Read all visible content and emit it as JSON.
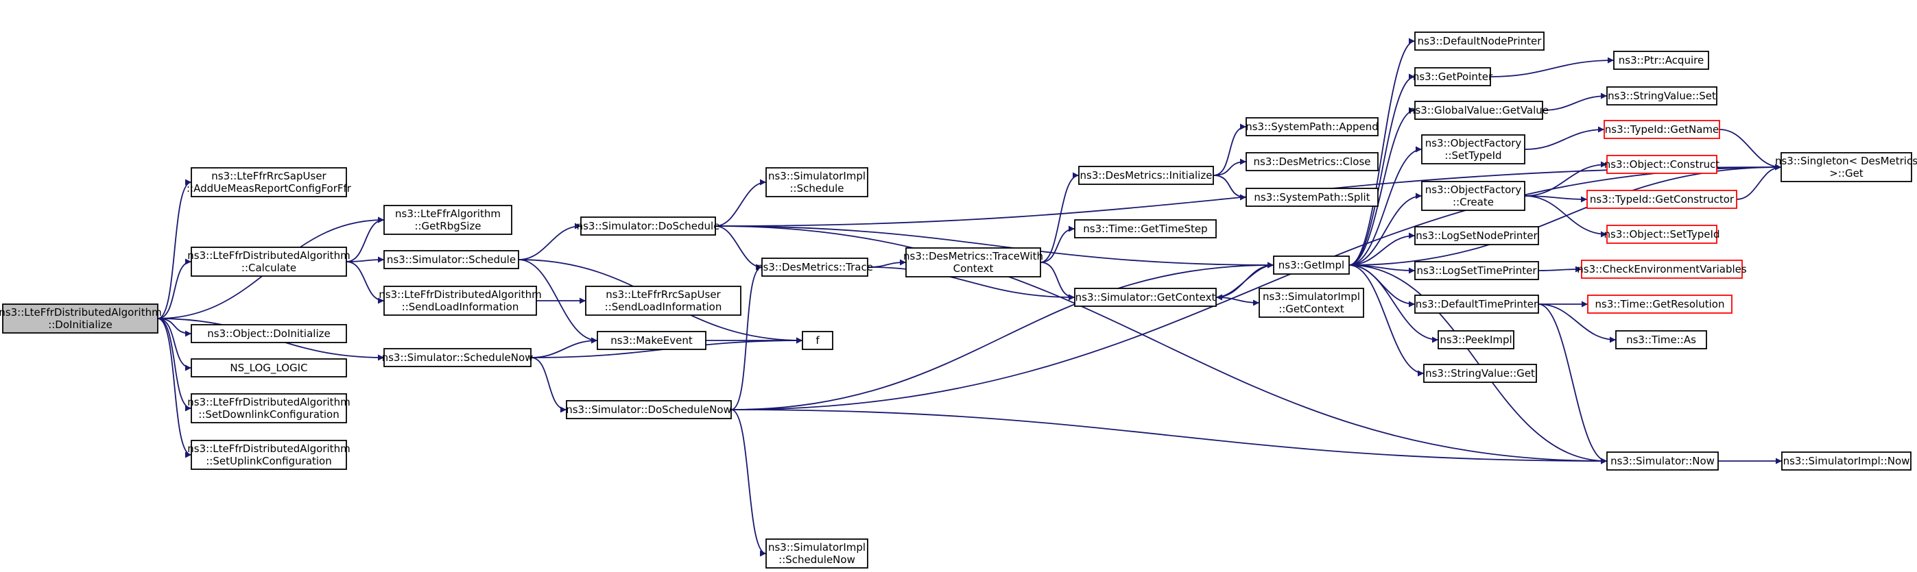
{
  "colors": {
    "edge": "#191970",
    "root_fill": "#bfbfbf",
    "red_border": "#ff0000",
    "border": "#000000",
    "background": "#ffffff"
  },
  "nodes": [
    {
      "id": "root",
      "lines": [
        "ns3::LteFfrDistributedAlgorithm",
        "::DoInitialize"
      ],
      "kind": "root"
    },
    {
      "id": "addue",
      "lines": [
        "ns3::LteFfrRrcSapUser",
        "::AddUeMeasReportConfigForFfr"
      ]
    },
    {
      "id": "rbg",
      "lines": [
        "ns3::LteFfrAlgorithm",
        "::GetRbgSize"
      ]
    },
    {
      "id": "calc",
      "lines": [
        "ns3::LteFfrDistributedAlgorithm",
        "::Calculate"
      ]
    },
    {
      "id": "doinit",
      "lines": [
        "ns3::Object::DoInitialize"
      ]
    },
    {
      "id": "nslog",
      "lines": [
        "NS_LOG_LOGIC"
      ]
    },
    {
      "id": "setdl",
      "lines": [
        "ns3::LteFfrDistributedAlgorithm",
        "::SetDownlinkConfiguration"
      ]
    },
    {
      "id": "setul",
      "lines": [
        "ns3::LteFfrDistributedAlgorithm",
        "::SetUplinkConfiguration"
      ]
    },
    {
      "id": "schedule",
      "lines": [
        "ns3::Simulator::Schedule"
      ]
    },
    {
      "id": "sendload",
      "lines": [
        "ns3::LteFfrDistributedAlgorithm",
        "::SendLoadInformation"
      ]
    },
    {
      "id": "schednow",
      "lines": [
        "ns3::Simulator::ScheduleNow"
      ]
    },
    {
      "id": "doschedule",
      "lines": [
        "ns3::Simulator::DoSchedule"
      ]
    },
    {
      "id": "makeevent",
      "lines": [
        "ns3::MakeEvent"
      ]
    },
    {
      "id": "f",
      "lines": [
        "f"
      ]
    },
    {
      "id": "doschednow",
      "lines": [
        "ns3::Simulator::DoScheduleNow"
      ]
    },
    {
      "id": "rrcsend",
      "lines": [
        "ns3::LteFfrRrcSapUser",
        "::SendLoadInformation"
      ]
    },
    {
      "id": "simimplsched",
      "lines": [
        "ns3::SimulatorImpl",
        "::Schedule"
      ]
    },
    {
      "id": "destrace",
      "lines": [
        "ns3::DesMetrics::Trace"
      ]
    },
    {
      "id": "simimplschednow",
      "lines": [
        "ns3::SimulatorImpl",
        "::ScheduleNow"
      ]
    },
    {
      "id": "tracewith",
      "lines": [
        "ns3::DesMetrics::TraceWith",
        "Context"
      ]
    },
    {
      "id": "desinit",
      "lines": [
        "ns3::DesMetrics::Initialize"
      ]
    },
    {
      "id": "timestep",
      "lines": [
        "ns3::Time::GetTimeStep"
      ]
    },
    {
      "id": "getcontext",
      "lines": [
        "ns3::Simulator::GetContext"
      ]
    },
    {
      "id": "append",
      "lines": [
        "ns3::SystemPath::Append"
      ]
    },
    {
      "id": "desclose",
      "lines": [
        "ns3::DesMetrics::Close"
      ]
    },
    {
      "id": "split",
      "lines": [
        "ns3::SystemPath::Split"
      ]
    },
    {
      "id": "getimpl",
      "lines": [
        "ns3::GetImpl"
      ]
    },
    {
      "id": "simimplctx",
      "lines": [
        "ns3::SimulatorImpl",
        "::GetContext"
      ]
    },
    {
      "id": "defnode",
      "lines": [
        "ns3::DefaultNodePrinter"
      ]
    },
    {
      "id": "getpointer",
      "lines": [
        "ns3::GetPointer"
      ]
    },
    {
      "id": "gvget",
      "lines": [
        "ns3::GlobalValue::GetValue"
      ]
    },
    {
      "id": "ofsettype",
      "lines": [
        "ns3::ObjectFactory",
        "::SetTypeId"
      ]
    },
    {
      "id": "ofcreate",
      "lines": [
        "ns3::ObjectFactory",
        "::Create"
      ]
    },
    {
      "id": "lognode",
      "lines": [
        "ns3::LogSetNodePrinter"
      ]
    },
    {
      "id": "logtime",
      "lines": [
        "ns3::LogSetTimePrinter"
      ]
    },
    {
      "id": "deftime",
      "lines": [
        "ns3::DefaultTimePrinter"
      ]
    },
    {
      "id": "peekimpl",
      "lines": [
        "ns3::PeekImpl"
      ]
    },
    {
      "id": "svget",
      "lines": [
        "ns3::StringValue::Get"
      ]
    },
    {
      "id": "simnow",
      "lines": [
        "ns3::Simulator::Now"
      ]
    },
    {
      "id": "ptracq",
      "lines": [
        "ns3::Ptr::Acquire"
      ]
    },
    {
      "id": "svset",
      "lines": [
        "ns3::StringValue::Set"
      ]
    },
    {
      "id": "tidname",
      "lines": [
        "ns3::TypeId::GetName"
      ],
      "kind": "red"
    },
    {
      "id": "objconstruct",
      "lines": [
        "ns3::Object::Construct"
      ],
      "kind": "red"
    },
    {
      "id": "tidctor",
      "lines": [
        "ns3::TypeId::GetConstructor"
      ],
      "kind": "red"
    },
    {
      "id": "objsettype",
      "lines": [
        "ns3::Object::SetTypeId"
      ],
      "kind": "red"
    },
    {
      "id": "checkenv",
      "lines": [
        "ns3::CheckEnvironmentVariables"
      ],
      "kind": "red"
    },
    {
      "id": "timeres",
      "lines": [
        "ns3::Time::GetResolution"
      ],
      "kind": "red"
    },
    {
      "id": "timeas",
      "lines": [
        "ns3::Time::As"
      ]
    },
    {
      "id": "simimplnow",
      "lines": [
        "ns3::SimulatorImpl::Now"
      ]
    },
    {
      "id": "singleton",
      "lines": [
        "ns3::Singleton< DesMetrics",
        " >::Get"
      ]
    }
  ],
  "edges": [
    [
      "root",
      "addue"
    ],
    [
      "root",
      "rbg"
    ],
    [
      "root",
      "calc"
    ],
    [
      "root",
      "doinit"
    ],
    [
      "root",
      "nslog"
    ],
    [
      "root",
      "setdl"
    ],
    [
      "root",
      "setul"
    ],
    [
      "root",
      "schednow"
    ],
    [
      "calc",
      "rbg"
    ],
    [
      "calc",
      "schedule"
    ],
    [
      "calc",
      "sendload"
    ],
    [
      "schedule",
      "doschedule"
    ],
    [
      "schedule",
      "makeevent"
    ],
    [
      "schedule",
      "f"
    ],
    [
      "sendload",
      "rrcsend"
    ],
    [
      "schednow",
      "makeevent"
    ],
    [
      "schednow",
      "f"
    ],
    [
      "schednow",
      "doschednow"
    ],
    [
      "makeevent",
      "f"
    ],
    [
      "doschedule",
      "simimplsched"
    ],
    [
      "doschedule",
      "destrace"
    ],
    [
      "doschedule",
      "getimpl"
    ],
    [
      "doschedule",
      "simnow"
    ],
    [
      "doschedule",
      "singleton"
    ],
    [
      "doschednow",
      "destrace"
    ],
    [
      "doschednow",
      "getimpl"
    ],
    [
      "doschednow",
      "simimplschednow"
    ],
    [
      "doschednow",
      "simnow"
    ],
    [
      "doschednow",
      "singleton"
    ],
    [
      "destrace",
      "tracewith"
    ],
    [
      "destrace",
      "getcontext"
    ],
    [
      "tracewith",
      "desinit"
    ],
    [
      "tracewith",
      "timestep"
    ],
    [
      "tracewith",
      "getcontext"
    ],
    [
      "desinit",
      "append"
    ],
    [
      "desinit",
      "desclose"
    ],
    [
      "desinit",
      "split"
    ],
    [
      "getcontext",
      "getimpl"
    ],
    [
      "getcontext",
      "simimplctx"
    ],
    [
      "getimpl",
      "defnode"
    ],
    [
      "getimpl",
      "getpointer"
    ],
    [
      "getimpl",
      "gvget"
    ],
    [
      "getimpl",
      "ofsettype"
    ],
    [
      "getimpl",
      "ofcreate"
    ],
    [
      "getimpl",
      "lognode"
    ],
    [
      "getimpl",
      "logtime"
    ],
    [
      "getimpl",
      "deftime"
    ],
    [
      "getimpl",
      "peekimpl"
    ],
    [
      "getimpl",
      "svget"
    ],
    [
      "getimpl",
      "simnow"
    ],
    [
      "getimpl",
      "getcontext"
    ],
    [
      "getimpl",
      "singleton"
    ],
    [
      "getpointer",
      "ptracq"
    ],
    [
      "gvget",
      "svset"
    ],
    [
      "ofsettype",
      "tidname"
    ],
    [
      "ofcreate",
      "objconstruct"
    ],
    [
      "ofcreate",
      "tidctor"
    ],
    [
      "ofcreate",
      "objsettype"
    ],
    [
      "tidname",
      "singleton"
    ],
    [
      "tidctor",
      "singleton"
    ],
    [
      "logtime",
      "checkenv"
    ],
    [
      "deftime",
      "timeres"
    ],
    [
      "deftime",
      "timeas"
    ],
    [
      "deftime",
      "simnow"
    ],
    [
      "simnow",
      "simimplnow"
    ]
  ]
}
